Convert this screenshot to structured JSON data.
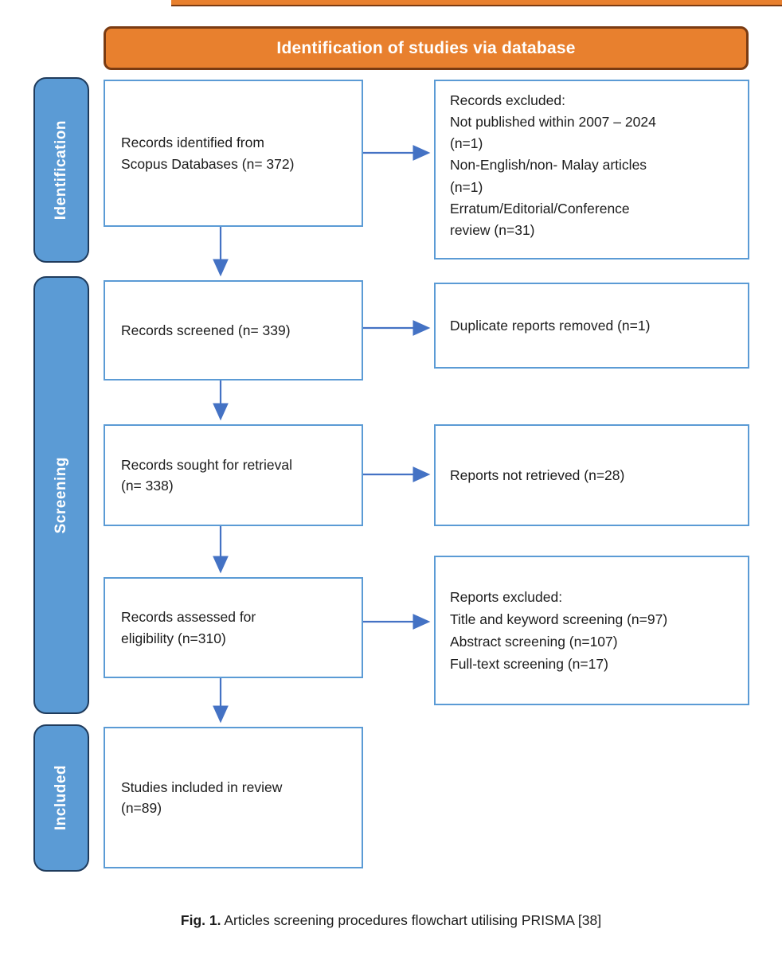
{
  "banner": {
    "title": "Identification of studies via database"
  },
  "stages": {
    "identification": "Identification",
    "screening": "Screening",
    "included": "Included"
  },
  "boxes": {
    "identified": {
      "lines": [
        "Records identified from",
        "Scopus Databases (n= 372)"
      ]
    },
    "screened": {
      "lines": [
        "Records screened (n= 339)"
      ]
    },
    "sought": {
      "lines": [
        "Records sought for retrieval",
        "(n= 338)"
      ]
    },
    "assessed": {
      "lines": [
        "Records assessed for",
        "eligibility (n=310)"
      ]
    },
    "included": {
      "lines": [
        "Studies included in review",
        "(n=89)"
      ]
    },
    "records_excluded": {
      "lines": [
        "Records excluded:",
        "Not published within 2007 – 2024",
        "(n=1)",
        "Non-English/non- Malay articles",
        "(n=1)",
        "Erratum/Editorial/Conference",
        "review (n=31)"
      ]
    },
    "duplicates": {
      "lines": [
        "Duplicate reports removed (n=1)"
      ]
    },
    "not_retrieved": {
      "lines": [
        "Reports not retrieved (n=28)"
      ]
    },
    "reports_excluded": {
      "lines": [
        "Reports excluded:",
        "Title and keyword screening (n=97)",
        "Abstract screening (n=107)",
        "Full-text screening (n=17)"
      ]
    }
  },
  "caption": {
    "label": "Fig. 1.",
    "text": " Articles screening procedures flowchart utilising PRISMA [38]"
  },
  "colors": {
    "banner_orange": "#E8802E",
    "banner_border": "#7A3B12",
    "stage_blue": "#5B9BD5",
    "stage_border": "#1F3B5C",
    "box_border": "#5B9BD5",
    "arrow_blue": "#4472C4"
  }
}
